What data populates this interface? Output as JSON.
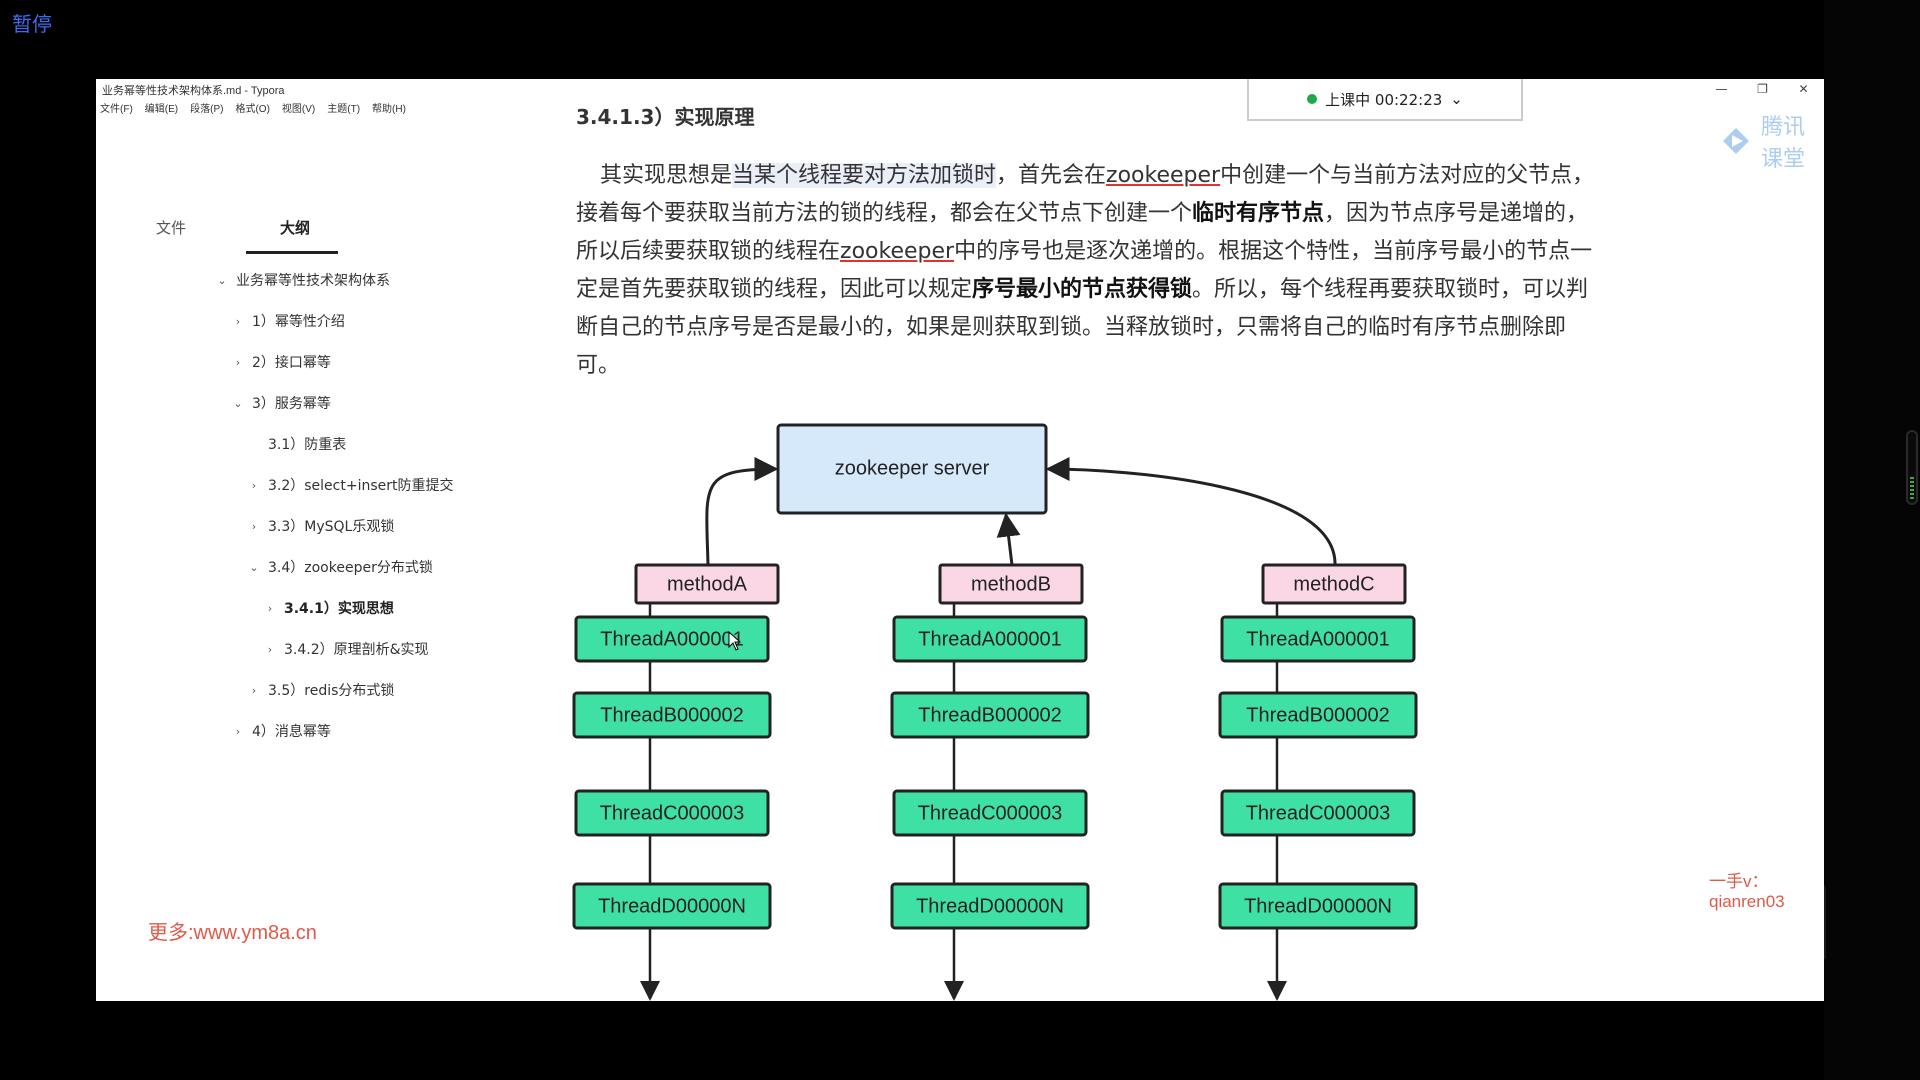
{
  "overlay": {
    "pause_label": "暂停"
  },
  "window": {
    "title": "业务幂等性技术架构体系.md - Typora",
    "controls": {
      "minimize": "—",
      "maximize": "❐",
      "close": "✕"
    },
    "menu": [
      "文件(F)",
      "编辑(E)",
      "段落(P)",
      "格式(O)",
      "视图(V)",
      "主题(T)",
      "帮助(H)"
    ]
  },
  "sidebar": {
    "tabs": [
      {
        "label": "文件"
      },
      {
        "label": "大纲",
        "active": true
      }
    ],
    "outline": [
      {
        "label": "业务幂等性技术架构体系",
        "level": 0,
        "chevron": "v"
      },
      {
        "label": "1）幂等性介绍",
        "level": 1,
        "chevron": ">"
      },
      {
        "label": "2）接口幂等",
        "level": 1,
        "chevron": ">"
      },
      {
        "label": "3）服务幂等",
        "level": 1,
        "chevron": "v"
      },
      {
        "label": "3.1）防重表",
        "level": 2,
        "chevron": ""
      },
      {
        "label": "3.2）select+insert防重提交",
        "level": 2,
        "chevron": ">"
      },
      {
        "label": "3.3）MySQL乐观锁",
        "level": 2,
        "chevron": ">"
      },
      {
        "label": "3.4）zookeeper分布式锁",
        "level": 2,
        "chevron": "v"
      },
      {
        "label": "3.4.1）实现思想",
        "level": 3,
        "chevron": ">",
        "active": true
      },
      {
        "label": "3.4.2）原理剖析&实现",
        "level": 3,
        "chevron": ">"
      },
      {
        "label": "3.5）redis分布式锁",
        "level": 2,
        "chevron": ">"
      },
      {
        "label": "4）消息幂等",
        "level": 1,
        "chevron": ">"
      }
    ],
    "watermark": "更多:www.ym8a.cn"
  },
  "live": {
    "status": "上课中 00:22:23",
    "chevron": "⌄",
    "status_color": "#1fa84a"
  },
  "brand": {
    "name": "腾讯课堂"
  },
  "document": {
    "heading": "3.4.1.3）实现原理",
    "paragraph": {
      "p1": "其实现思想是",
      "p2": "当某个线程要对方法加锁时",
      "p3": "，首先会在",
      "p4": "zookeeper",
      "p5": "中创建一个与当前方法对应的父节点，接着每个要获取当前方法的锁的线程，都会在父节点下创建一个",
      "p6": "临时有序节点",
      "p7": "，因为节点序号是递增的，所以后续要获取锁的线程在",
      "p8": "zookeeper",
      "p9": "中的序号也是逐次递增的。根据这个特性，当前序号最小的节点一定是首先要获取锁的线程，因此可以规定",
      "p10": "序号最小的节点获得锁",
      "p11": "。所以，每个线程再要获取锁时，可以判断自己的节点序号是否是最小的，如果是则获取到锁。当释放锁时，只需将自己的临时有序节点删除即可。"
    },
    "diagram": {
      "server": "zookeeper server",
      "methods": [
        {
          "name": "methodA",
          "threads": [
            "ThreadA000001",
            "ThreadB000002",
            "ThreadC000003",
            "ThreadD00000N"
          ]
        },
        {
          "name": "methodB",
          "threads": [
            "ThreadA000001",
            "ThreadB000002",
            "ThreadC000003",
            "ThreadD00000N"
          ]
        },
        {
          "name": "methodC",
          "threads": [
            "ThreadA000001",
            "ThreadB000002",
            "ThreadC000003",
            "ThreadD00000N"
          ]
        }
      ],
      "colors": {
        "server_fill": "#d6e9fb",
        "method_fill": "#fbd7e6",
        "thread_fill": "#3fe0a4"
      }
    },
    "watermark": "一手v：qianren03"
  }
}
